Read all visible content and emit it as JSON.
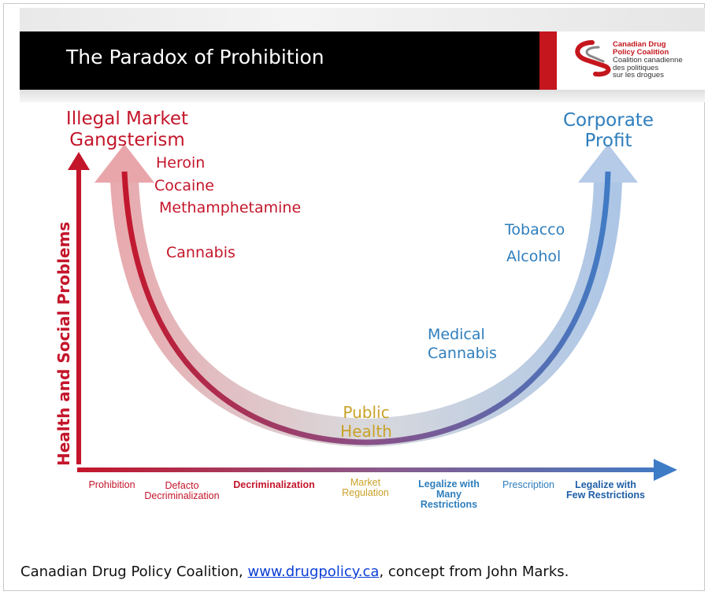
{
  "header": {
    "title": "The Paradox of Prohibition",
    "logo": {
      "name_en": [
        "Canadian Drug",
        "Policy Coalition"
      ],
      "name_fr": [
        "Coalition canadienne",
        "des politiques",
        "sur les drogues"
      ]
    }
  },
  "diagram": {
    "y_axis_label": "Health and Social Problems",
    "left_end_label": [
      "Illegal Market",
      "Gangsterism"
    ],
    "right_end_label": [
      "Corporate",
      "Profit"
    ],
    "bottom_label": [
      "Public",
      "Health"
    ],
    "left_items": [
      "Heroin",
      "Cocaine",
      "Methamphetamine",
      "Cannabis"
    ],
    "right_items": [
      "Tobacco",
      "Alcohol"
    ],
    "medical_cannabis": [
      "Medical",
      "Cannabis"
    ],
    "x_axis_ticks": [
      {
        "lines": [
          "Prohibition"
        ],
        "color": "#c4162b"
      },
      {
        "lines": [
          "Defacto",
          "Decriminalization"
        ],
        "color": "#c4162b"
      },
      {
        "lines": [
          "Decriminalization"
        ],
        "color": "#c4162b"
      },
      {
        "lines": [
          "Market",
          "Regulation"
        ],
        "color": "#c9a227"
      },
      {
        "lines": [
          "Legalize with",
          "Many",
          "Restrictions"
        ],
        "color": "#2e7ebd"
      },
      {
        "lines": [
          "Prescription"
        ],
        "color": "#2e7ebd"
      },
      {
        "lines": [
          "Legalize with",
          "Few Restrictions"
        ],
        "color": "#1f5fa6"
      }
    ],
    "colors": {
      "prohibition_red": "#c4162b",
      "regulation_gold": "#c9a227",
      "legalize_blue": "#2e7ebd"
    }
  },
  "footer": {
    "before": "Canadian Drug Policy Coalition, ",
    "link": "www.drugpolicy.ca",
    "after": ", concept from John Marks."
  }
}
